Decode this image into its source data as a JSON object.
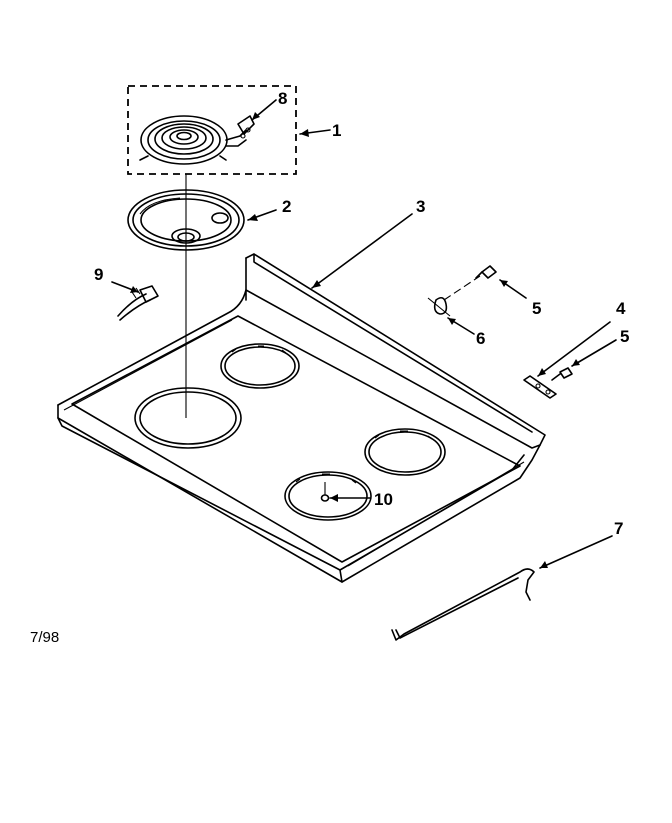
{
  "diagram": {
    "callouts": [
      "1",
      "2",
      "3",
      "4",
      "5",
      "5",
      "6",
      "7",
      "8",
      "9",
      "10"
    ],
    "date_code": "7/98"
  }
}
